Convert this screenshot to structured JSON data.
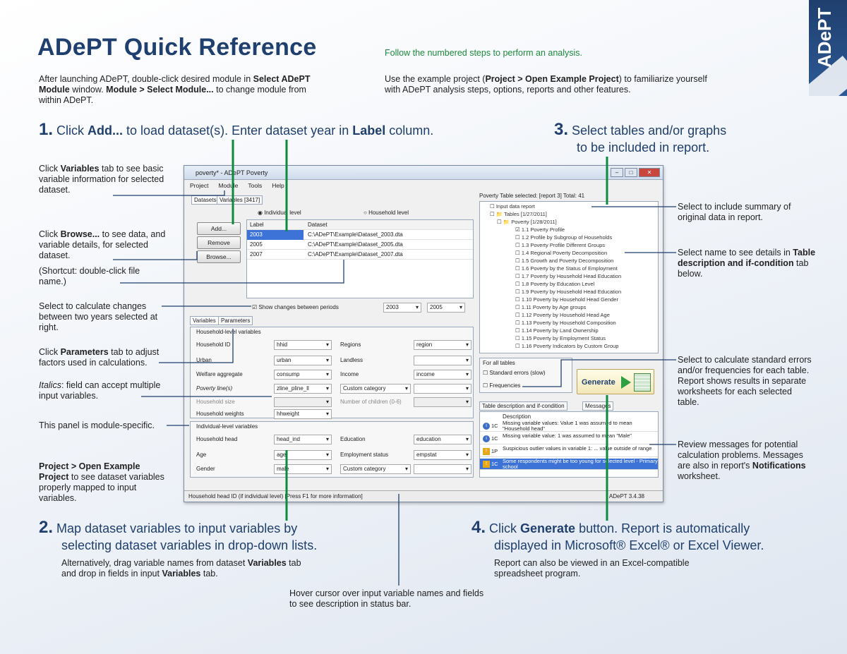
{
  "header": {
    "title": "ADePT Quick Reference",
    "tagline": "Follow the numbered steps to perform an analysis.",
    "intro_left_1": "After launching ADePT, double-click desired module in ",
    "intro_left_b1": "Select ADePT Module",
    "intro_left_2": " window.  ",
    "intro_left_b2": "Module > Select Module...",
    "intro_left_3": " to change module from within ADePT.",
    "intro_right_1": "Use the example project (",
    "intro_right_b1": "Project > Open Example Project",
    "intro_right_2": ") to familiarize yourself with ADePT analysis steps, options, reports and other features.",
    "logo_text": "ADePT"
  },
  "steps": {
    "s1_num": "1.",
    "s1_a": "Click ",
    "s1_b": "Add...",
    "s1_c": " to load dataset(s).  Enter dataset year in ",
    "s1_d": "Label",
    "s1_e": " column.",
    "s2_num": "2.",
    "s2_line1": "Map dataset variables to input variables by",
    "s2_line2": "selecting dataset variables in drop-down lists.",
    "s2_sub_a": "Alternatively, drag variable names from dataset ",
    "s2_sub_b": "Variables",
    "s2_sub_c": " tab",
    "s2_sub_d": "and drop in fields in input ",
    "s2_sub_e": "Variables",
    "s2_sub_f": " tab.",
    "s3_num": "3.",
    "s3_line1": "Select tables and/or graphs",
    "s3_line2": "to be included in report.",
    "s4_num": "4.",
    "s4_a": "Click ",
    "s4_b": "Generate",
    "s4_c": " button.  Report is automatically",
    "s4_line2": "displayed in Microsoft® Excel® or Excel Viewer.",
    "s4_sub1": "Report can also be viewed in an Excel-compatible",
    "s4_sub2": "spreadsheet program."
  },
  "notes_left": {
    "n1_a": "Click ",
    "n1_b": "Variables",
    "n1_c": " tab to see basic variable information for selected dataset.",
    "n2_a": "Click ",
    "n2_b": "Browse...",
    "n2_c": " to see data, and variable details, for selected dataset.",
    "n3": "(Shortcut: double-click file name.)",
    "n4": "Select to calculate changes between two years selected at right.",
    "n5_a": "Click ",
    "n5_b": "Parameters",
    "n5_c": " tab to adjust factors used in calculations.",
    "n6_a": "Italics",
    "n6_b": ": field can accept multiple input variables.",
    "n7": "This panel is module-specific.",
    "n8_b": "Project > Open Example Project",
    "n8_c": " to see dataset variables properly mapped to input variables."
  },
  "notes_right": {
    "r1": "Select to include summary of original data in report.",
    "r2_a": "Select name to see details in ",
    "r2_b": "Table description and if-condition",
    "r2_c": " tab below.",
    "r3": "Select to calculate standard errors and/or frequencies for each table.  Report shows results in separate worksheets for each selected table.",
    "r4_a": "Review messages for potential calculation problems. Messages are also in report's ",
    "r4_b": "Notifications",
    "r4_c": " worksheet."
  },
  "bottom_note": "Hover cursor over input variable names and fields to see description in status bar.",
  "app": {
    "title": "poverty* - ADePT Poverty",
    "menu": [
      "Project",
      "Module",
      "Tools",
      "Help"
    ],
    "tabs_top": [
      "Datasets",
      "Variables [3417]"
    ],
    "radio_individual": "Individual level",
    "radio_household": "Household level",
    "buttons": {
      "add": "Add...",
      "remove": "Remove",
      "browse": "Browse..."
    },
    "table_headers": [
      "Label",
      "Dataset"
    ],
    "datasets": [
      {
        "label": "2003",
        "path": "C:\\ADePT\\Example\\Dataset_2003.dta"
      },
      {
        "label": "2005",
        "path": "C:\\ADePT\\Example\\Dataset_2005.dta"
      },
      {
        "label": "2007",
        "path": "C:\\ADePT\\Example\\Dataset_2007.dta"
      }
    ],
    "changes_label": "Show changes between periods",
    "year_from": "2003",
    "year_to": "2005",
    "var_tabs": [
      "Variables",
      "Parameters"
    ],
    "hh_group": "Household-level variables",
    "hh_vars": [
      {
        "name": "Household ID",
        "value": "hhid"
      },
      {
        "name": "Urban",
        "value": "urban"
      },
      {
        "name": "Welfare aggregate",
        "value": "consump"
      },
      {
        "name": "Poverty line(s)",
        "value": "zline_pline_ll"
      },
      {
        "name": "Household size",
        "value": ""
      },
      {
        "name": "Household weights",
        "value": "hhweight"
      }
    ],
    "hh_vars_right": [
      {
        "name": "Regions",
        "value": "region"
      },
      {
        "name": "Landless",
        "value": ""
      },
      {
        "name": "Income",
        "value": "income"
      },
      {
        "name": "Custom category",
        "value": ""
      },
      {
        "name": "Number of children (0-6)",
        "value": ""
      }
    ],
    "ind_group": "Individual-level variables",
    "ind_vars": [
      {
        "name": "Household head",
        "value": "head_ind"
      },
      {
        "name": "Age",
        "value": "age"
      },
      {
        "name": "Gender",
        "value": "male"
      }
    ],
    "ind_vars_right": [
      {
        "name": "Education",
        "value": "education"
      },
      {
        "name": "Employment status",
        "value": "empstat"
      },
      {
        "name": "Custom category",
        "value": ""
      }
    ],
    "tree_header": "Poverty  Table selected: [report 3] Total: 41",
    "tree_items": [
      "Input data report",
      "Tables [1/27/2011]",
      "Poverty [1/28/2011]",
      "1.1 Poverty Profile",
      "1.2 Profile by Subgroup of Households",
      "1.3 Poverty Profile Different Groups",
      "1.4 Regional Poverty Decomposition",
      "1.5 Growth and Poverty Decomposition",
      "1.6 Poverty by the Status of Employment",
      "1.7 Poverty by Household Head Education",
      "1.8 Poverty by Education Level",
      "1.9 Poverty by Household Head Education",
      "1.10 Poverty by Household Head Gender",
      "1.11 Poverty by Age groups",
      "1.12 Poverty by Household Head Age",
      "1.13 Poverty by Household Composition",
      "1.14 Poverty by Land Ownership",
      "1.15 Poverty by Employment Status",
      "1.16 Poverty Indicators by Custom Group"
    ],
    "for_all_tables": "For all tables",
    "std_errors": "Standard errors (slow)",
    "frequencies": "Frequencies",
    "generate": "Generate",
    "msg_tabs": [
      "Table description and if-condition",
      "Messages"
    ],
    "msg_header": "Description",
    "messages": [
      {
        "type": "info",
        "code": "1C",
        "text": "Missing variable values: Value 1 was assumed to mean \"Household head\""
      },
      {
        "type": "info",
        "code": "1C",
        "text": "Missing variable value: 1 was assumed to mean \"Male\""
      },
      {
        "type": "warn",
        "code": "1P",
        "text": "Suspicious outlier values in variable 1: ... value outside of range"
      },
      {
        "type": "warn",
        "code": "1C",
        "text": "Some respondents might be too young for selected level - Primary school"
      }
    ],
    "status_text": "Household head ID (if individual level) [Press F1 for more information]",
    "status_right": "ADePT 3.4.38"
  },
  "colors": {
    "title": "#1f3f6e",
    "green": "#1d8a3c",
    "accent_line": "#0e8a3c",
    "leader": "#1f3f6e"
  }
}
